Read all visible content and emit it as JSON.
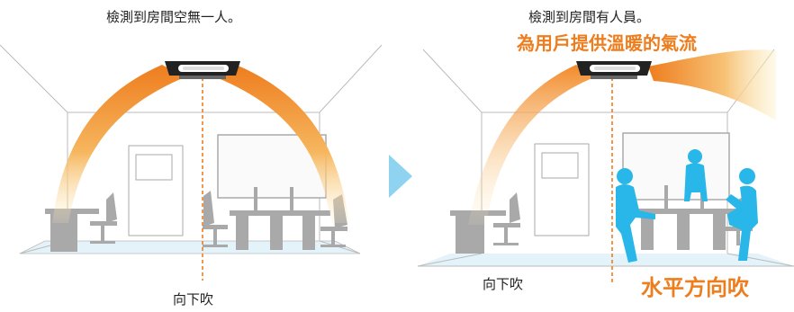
{
  "left_panel": {
    "caption": "檢測到房間空無一人。",
    "airflow_label": "向下吹"
  },
  "right_panel": {
    "caption": "檢測到房間有人員。",
    "highlight": "為用戶提供溫暖的氣流",
    "airflow_label_down": "向下吹",
    "airflow_label_horizontal": "水平方向吹"
  },
  "colors": {
    "accent_orange": "#ee7d1e",
    "person_blue": "#29b6e8",
    "arrow_blue": "#8fd3f0",
    "furniture_gray": "#a9a9a9",
    "floor_blue": "#e4f3fa"
  },
  "icons": [
    "ceiling-cassette-icon",
    "next-arrow-icon",
    "person-icon"
  ]
}
